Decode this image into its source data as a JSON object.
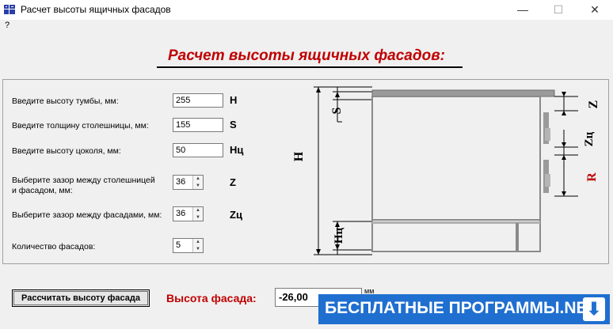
{
  "window": {
    "title": "Расчет высоты ящичных фасадов",
    "minimize_glyph": "—",
    "maximize_glyph": "☐",
    "close_glyph": "✕"
  },
  "menu": {
    "help": "?"
  },
  "heading": "Расчет высоты ящичных фасадов:",
  "fields": {
    "cabinet_height": {
      "label": "Введите высоту тумбы, мм:",
      "value": "255",
      "symbol": "H"
    },
    "countertop": {
      "label": "Введите толщину столешницы, мм:",
      "value": "155",
      "symbol": "S"
    },
    "plinth": {
      "label": "Введите высоту цоколя, мм:",
      "value": "50",
      "symbol": "Нц"
    },
    "gap_top": {
      "label_line1": "Выберите зазор между столешницей",
      "label_line2": "и фасадом, мм:",
      "value": "36",
      "symbol": "Z"
    },
    "gap_fronts": {
      "label": "Выберите зазор между фасадами, мм:",
      "value": "36",
      "symbol": "Zц"
    },
    "count": {
      "label": "Количество фасадов:",
      "value": "5"
    }
  },
  "schematic": {
    "label_s": "S",
    "label_h": "H",
    "label_hc": "Hц",
    "label_z": "Z",
    "label_zc": "Zц",
    "label_r": "R"
  },
  "calc_button": "Рассчитать высоту фасада",
  "result": {
    "label": "Высота фасада:",
    "value": "-26,00",
    "unit": "мм"
  },
  "watermark": {
    "text": "БЕСПЛАТНЫЕ ПРОГРАММЫ.NET",
    "icon": "⬇"
  },
  "colors": {
    "accent_red": "#c00000",
    "watermark_blue": "#1f6fd0"
  }
}
